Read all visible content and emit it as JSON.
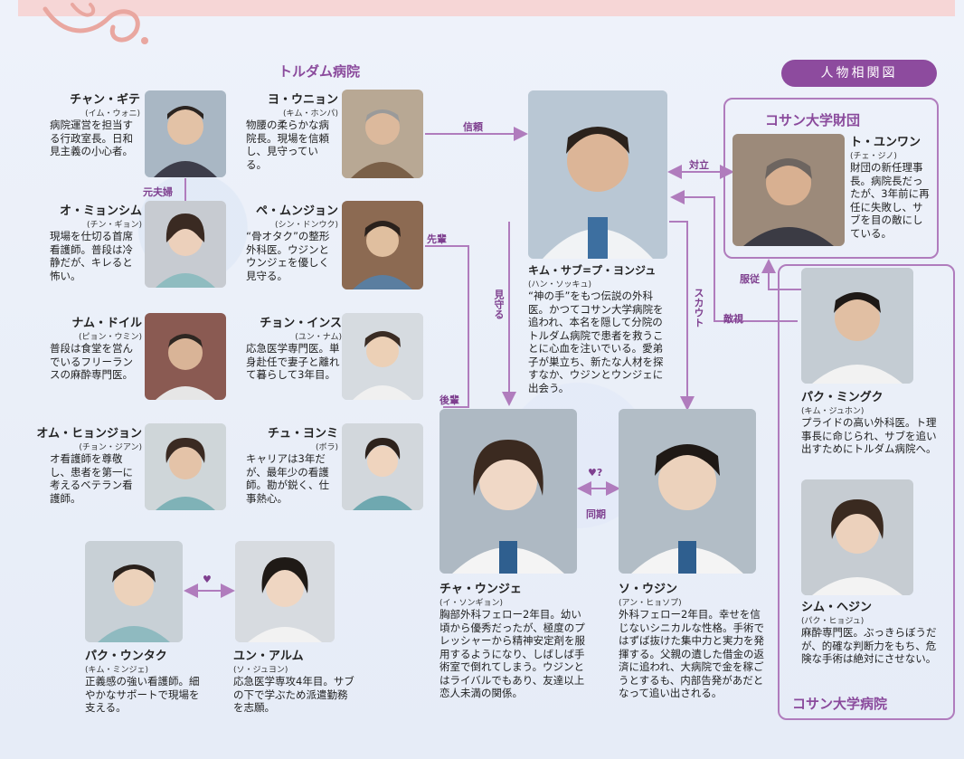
{
  "badge": "人物相関図",
  "groups": {
    "toldam": "トルダム病院",
    "zaidan": "コサン大学財団",
    "kosan_hospital": "コサン大学病院"
  },
  "relations": {
    "motofufu": "元夫婦",
    "shinrai": "信頼",
    "senpai": "先輩",
    "kohai": "後輩",
    "mamoru": "見守る",
    "scout": "スカウト",
    "tairitsu": "対立",
    "fukuju": "服従",
    "tekishi": "敵視",
    "heart_q": "♥?",
    "doki": "同期",
    "heart": "♥"
  },
  "characters": {
    "gite": {
      "name": "チャン・ギテ",
      "actor": "(イム・ウォニ)",
      "desc": "病院運営を担当する行政室長。日和見主義の小心者。"
    },
    "myeongsim": {
      "name": "オ・ミョンシム",
      "actor": "(チン・ギョン)",
      "desc": "現場を仕切る首席看護師。普段は冷静だが、キレると怖い。"
    },
    "doil": {
      "name": "ナム・ドイル",
      "actor": "(ピョン・ウミン)",
      "desc": "普段は食堂を営んでいるフリーランスの麻酔専門医。"
    },
    "hyeonjeong": {
      "name": "オム・ヒョンジョン",
      "actor": "(チョン・ジアン)",
      "desc": "オ看護師を尊敬し、患者を第一に考えるベテラン看護師。"
    },
    "unchan": {
      "name": "ヨ・ウニョン",
      "actor": "(キム・ホンパ)",
      "desc": "物腰の柔らかな病院長。現場を信頼し、見守っている。"
    },
    "munjeong": {
      "name": "ペ・ムンジョン",
      "actor": "(シン・ドンウク)",
      "desc": "“骨オタク”の整形外科医。ウジンとウンジェを優しく見守る。"
    },
    "inseu": {
      "name": "チョン・インス",
      "actor": "(ユン・ナム)",
      "desc": "応急医学専門医。単身赴任で妻子と離れて暮らして3年目。"
    },
    "yeonmi": {
      "name": "チュ・ヨンミ",
      "actor": "(ボラ)",
      "desc": "キャリアは3年だが、最年少の看護師。勘が鋭く、仕事熱心。"
    },
    "teacher": {
      "name": "キム・サブ=プ・ヨンジュ",
      "actor": "(ハン・ソッキュ)",
      "desc": "“神の手”をもつ伝説の外科医。かつてコサン大学病院を追われ、本名を隠して分院のトルダム病院で患者を救うことに心血を注いでいる。愛弟子が巣立ち、新たな人材を探すなか、ウジンとウンジェに出会う。"
    },
    "eunjae": {
      "name": "チャ・ウンジェ",
      "actor": "(イ・ソンギョン)",
      "desc": "胸部外科フェロー2年目。幼い頃から優秀だったが、極度のプレッシャーから精神安定剤を服用するようになり、しばしば手術室で倒れてしまう。ウジンとはライバルでもあり、友達以上恋人未満の関係。"
    },
    "woojin": {
      "name": "ソ・ウジン",
      "actor": "(アン・ヒョソプ)",
      "desc": "外科フェロー2年目。幸せを信じないシニカルな性格。手術ではずば抜けた集中力と実力を発揮する。父親の遺した借金の返済に追われ、大病院で金を稼ごうとするも、内部告発があだとなって追い出される。"
    },
    "yunwan": {
      "name": "ト・ユンワン",
      "actor": "(チェ・ジノ)",
      "desc": "財団の新任理事長。病院長だったが、3年前に再任に失敗し、サブを目の敵にしている。"
    },
    "mingguk": {
      "name": "パク・ミングク",
      "actor": "(キム・ジュホン)",
      "desc": "プライドの高い外科医。ト理事長に命じられ、サブを追い出すためにトルダム病院へ。"
    },
    "hyejin": {
      "name": "シム・ヘジン",
      "actor": "(パク・ヒョジュ)",
      "desc": "麻酔専門医。ぶっきらぼうだが、的確な判断力をもち、危険な手術は絶対にさせない。"
    },
    "euntak": {
      "name": "パク・ウンタク",
      "actor": "(キム・ミンジェ)",
      "desc": "正義感の強い看護師。細やかなサポートで現場を支える。"
    },
    "areum": {
      "name": "ユン・アルム",
      "actor": "(ソ・ジュヨン)",
      "desc": "応急医学専攻4年目。サブの下で学ぶため派遣勤務を志願。"
    }
  },
  "colors": {
    "accent": "#8d4b9e",
    "line": "#b07cbd",
    "band": "#f6d6d6"
  }
}
